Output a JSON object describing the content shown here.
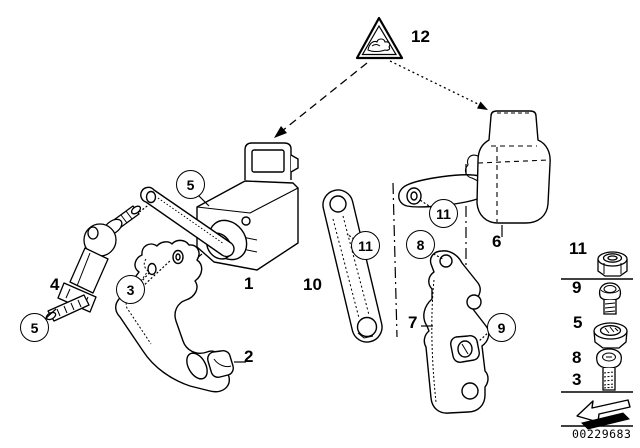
{
  "page": {
    "type": "parts-diagram",
    "background": "#ffffff",
    "line_color": "#000000"
  },
  "warning": {
    "label": "12",
    "icon": "warning-triangle-icon"
  },
  "callouts": {
    "c1": "1",
    "c2": "2",
    "c3": "3",
    "c4": "4",
    "c5_upper": "5",
    "c5_lower": "5",
    "c6": "6",
    "c7": "7",
    "c8": "8",
    "c9": "9",
    "c10": "10",
    "c11_rod": "11",
    "c11_arm": "11"
  },
  "legend": {
    "rows": [
      {
        "ref": "11",
        "icon": "flange-lock-nut-icon"
      },
      {
        "ref": "9",
        "icon": "hex-bolt-icon"
      },
      {
        "ref": "5",
        "icon": "hex-nut-icon"
      },
      {
        "ref": "8",
        "icon": "cap-screw-icon"
      },
      {
        "ref": "3",
        "icon": "cap-screw-icon"
      }
    ]
  },
  "footer": {
    "diagram_number": "00229683",
    "icon": "view-direction-arrow-icon"
  }
}
